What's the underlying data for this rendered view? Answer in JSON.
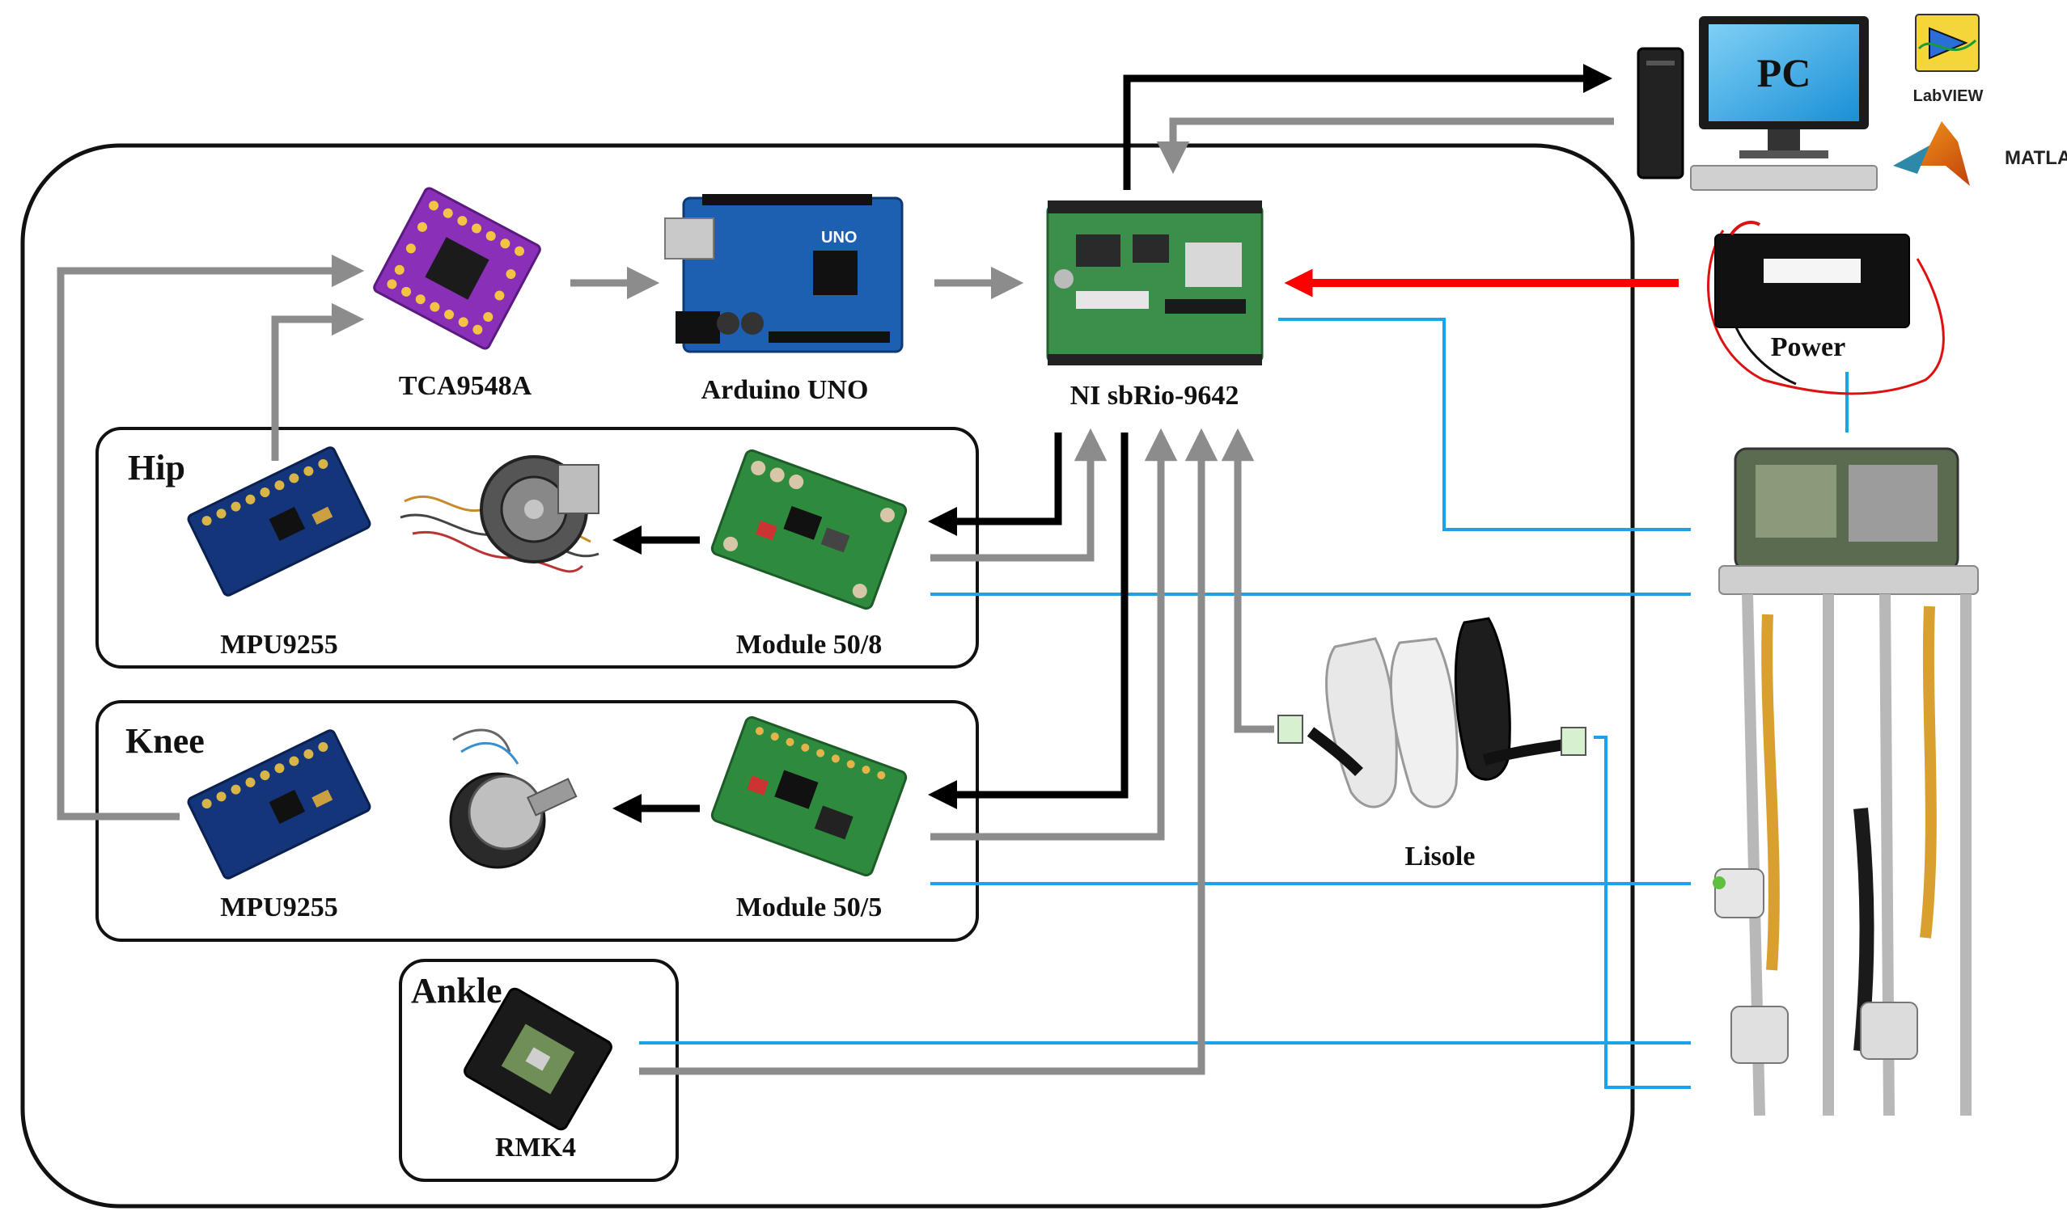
{
  "groups": {
    "hip": "Hip",
    "knee": "Knee",
    "ankle": "Ankle"
  },
  "components": {
    "tca": "TCA9548A",
    "arduino": "Arduino UNO",
    "ni": "NI sbRio-9642",
    "mpu_hip": "MPU9255",
    "mpu_knee": "MPU9255",
    "module_hip": "Module 50/8",
    "module_knee": "Module 50/5",
    "lisole": "Lisole",
    "rmk4": "RMK4",
    "power": "Power",
    "pc": "PC"
  },
  "software": {
    "labview": "LabVIEW",
    "matlab": "MATLAB"
  },
  "arrow_colors": {
    "data_to_pc": "#000000",
    "sensor_signal": "#8c8c8c",
    "power": "#ff0000",
    "wiring": "#1aa3e8"
  }
}
